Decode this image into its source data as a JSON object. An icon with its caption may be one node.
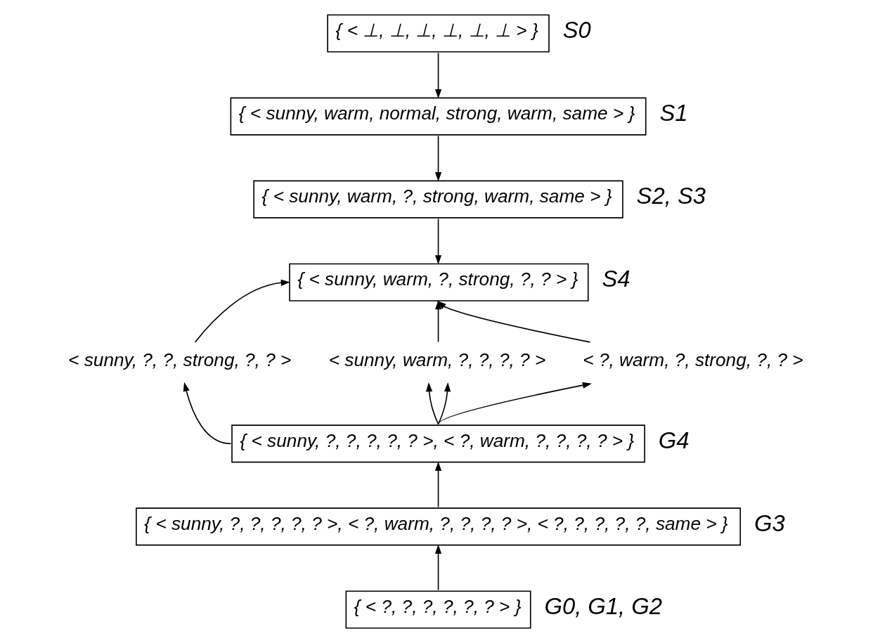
{
  "diagram": {
    "nodes": [
      {
        "text": [
          "{ < ⊥, ⊥, ⊥, ⊥, ⊥, ⊥ > }"
        ],
        "beside": [
          "S0"
        ]
      },
      {
        "text": [
          "{ < sunny, warm, normal, strong, warm, same > }"
        ],
        "beside": [
          "S1"
        ]
      },
      {
        "text": [
          "{ < sunny, warm, ?, strong, warm, same > }"
        ],
        "beside": [
          "S2, S3"
        ]
      },
      {
        "text": [
          "{ < sunny, warm, ?, strong, ?, ? > }"
        ],
        "beside": [
          "S4"
        ]
      },
      {
        "text": [
          "< sunny, ?, ?, strong, ?, ? >"
        ]
      },
      {
        "text": [
          "< sunny, warm, ?, ?, ?, ? >"
        ]
      },
      {
        "text": [
          "< ?, warm, ?, strong, ?, ? >"
        ]
      },
      {
        "text": [
          "{ < sunny, ?, ?, ?, ?, ? >, < ?, warm, ?, ?, ?, ? > }"
        ],
        "beside": [
          "G4"
        ]
      },
      {
        "text": [
          "{ < sunny, ?, ?, ?, ?, ? >, < ?, warm, ?, ?, ?, ? >, < ?, ?, ?, ?, ?, same > }"
        ],
        "beside": [
          "G3"
        ]
      },
      {
        "text": [
          "{ < ?, ?, ?, ?, ?, ? > }"
        ],
        "beside": [
          "G0, G1, G2"
        ]
      }
    ],
    "edges": [
      {
        "from": 0,
        "to": 1,
        "arrow": "to"
      },
      {
        "from": 1,
        "to": 2,
        "arrow": "to"
      },
      {
        "from": 2,
        "to": 3,
        "arrow": "to"
      },
      {
        "from": 4,
        "to": 3,
        "arrow": "to"
      },
      {
        "from": 5,
        "to": 3,
        "arrow": "to"
      },
      {
        "from": 6,
        "to": 3,
        "arrow": "to"
      },
      {
        "from": 7,
        "to": 4,
        "arrow": "to"
      },
      {
        "from": 7,
        "to": 5,
        "arrow": "to"
      },
      {
        "from": 7,
        "to": 5,
        "arrow": "to"
      },
      {
        "from": 7,
        "to": 6,
        "arrow": "to"
      },
      {
        "from": 8,
        "to": 7,
        "arrow": "to"
      },
      {
        "from": 9,
        "to": 8,
        "arrow": "to"
      }
    ]
  }
}
